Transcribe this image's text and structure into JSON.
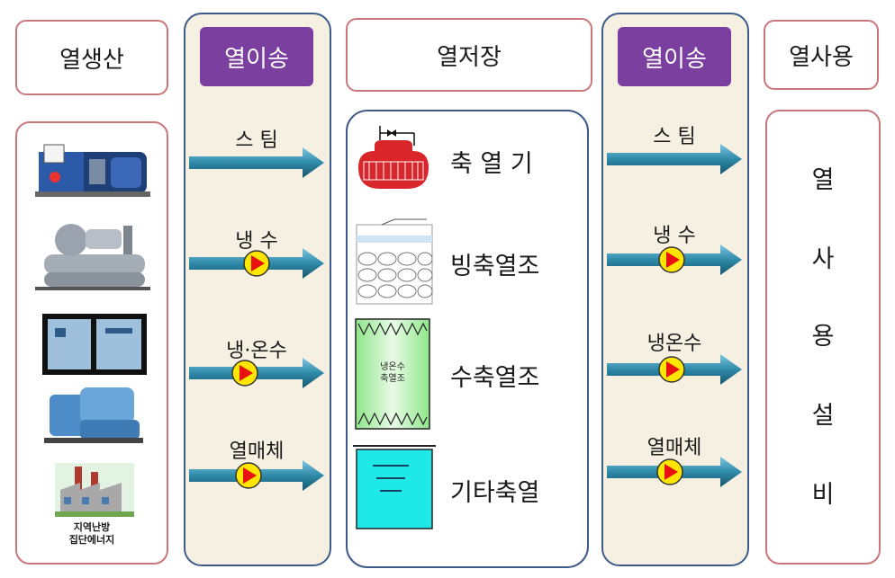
{
  "headers": {
    "production": "열생산",
    "transport": "열이송",
    "storage": "열저장",
    "usage": "열사용"
  },
  "production": {
    "equipment_icons": [
      "boiler-icon",
      "chiller-icon",
      "control-panel-icon",
      "absorption-chiller-icon",
      "district-heating-plant-icon"
    ],
    "caption_line1": "지역난방",
    "caption_line2": "집단에너지"
  },
  "transport_left": [
    "스 팀",
    "냉 수",
    "냉·온수",
    "열매체"
  ],
  "transport_right": [
    "스 팀",
    "냉 수",
    "냉온수",
    "열매체"
  ],
  "storage": {
    "items": [
      "축 열 기",
      "빙축열조",
      "수축열조",
      "기타축열"
    ],
    "tank_label_line1": "냉온수",
    "tank_label_line2": "축열조"
  },
  "usage_chars": [
    "열",
    "사",
    "용",
    "설",
    "비"
  ],
  "colors": {
    "header_border": "#c9777a",
    "transport_border": "#3d5a8a",
    "transport_fill": "#f5f0e2",
    "transport_label_bg": "#7b3fa0",
    "arrow": "#2e8aa8",
    "pump": "#ffe600",
    "pump_triangle": "#e81010",
    "accumulator": "#d9262b",
    "water_tank": "#b6f2b0",
    "other_tank": "#1ee8e8"
  }
}
